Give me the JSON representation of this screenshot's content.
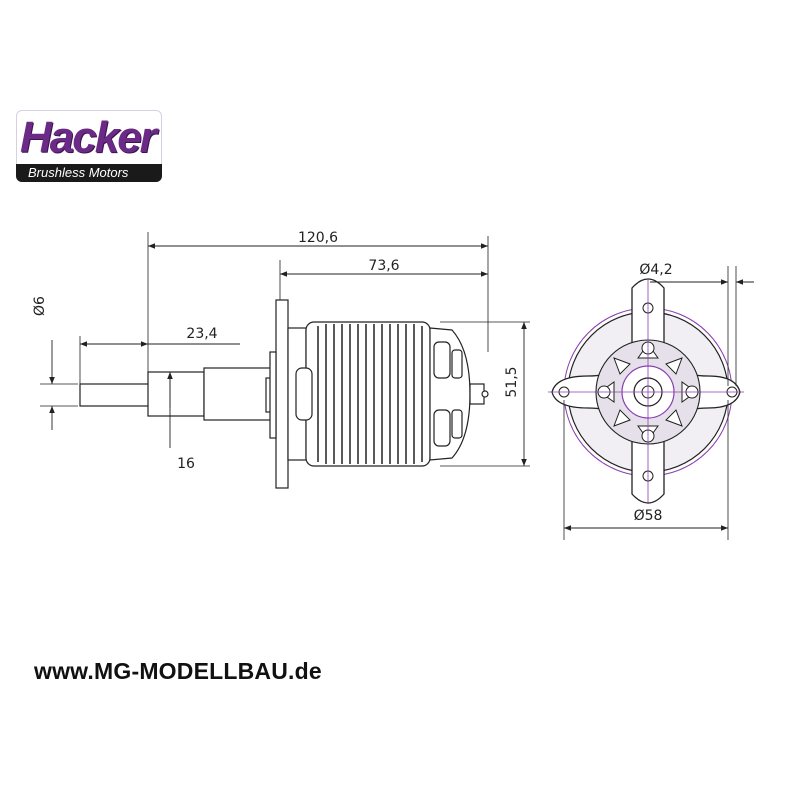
{
  "brand": {
    "name": "Hacker",
    "tagline": "Brushless Motors",
    "colors": {
      "purple": "#6a2a86",
      "dark": "#1a1a1a",
      "line": "#222222",
      "accent": "#8a3fb0"
    }
  },
  "dimensions": {
    "total_length": "120,6",
    "body_length": "73,6",
    "shaft_length": "23,4",
    "shaft_diameter": "Ø6",
    "collar_length": "16",
    "body_height": "51,5",
    "hole_diameter": "Ø4,2",
    "mount_diameter": "Ø58"
  },
  "website": "www.MG-MODELLBAU.de"
}
